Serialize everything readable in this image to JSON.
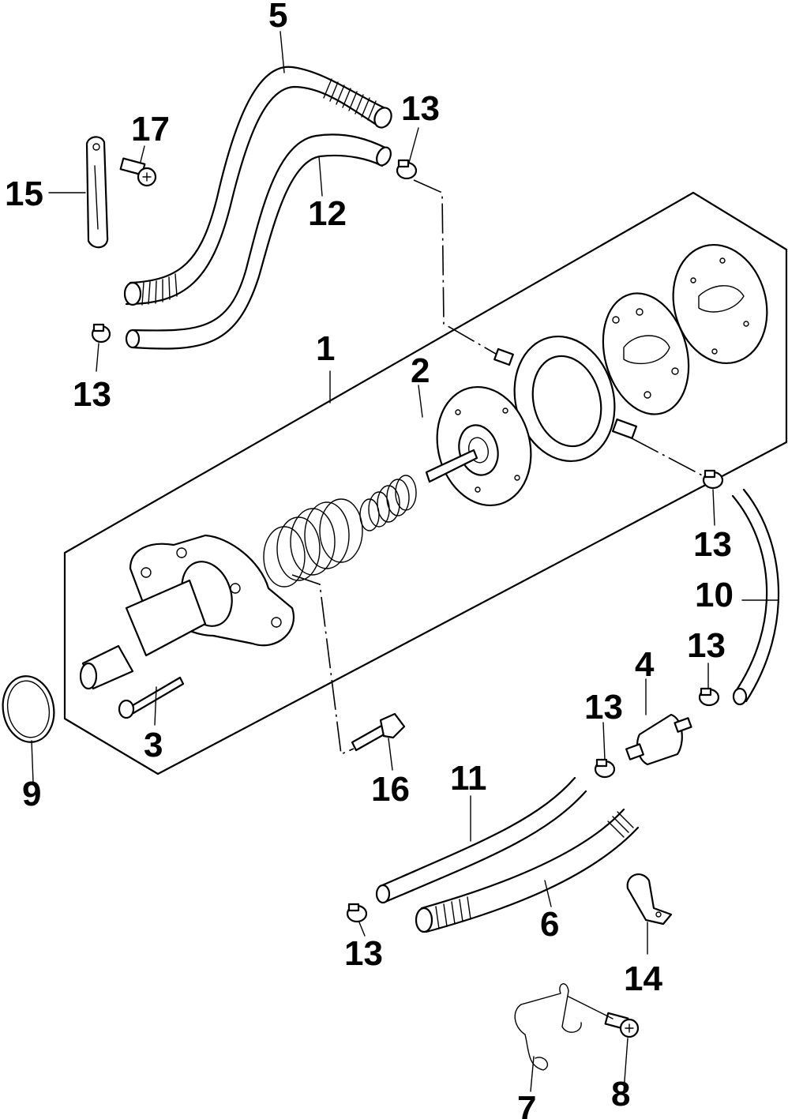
{
  "callouts": {
    "c1": "1",
    "c2": "2",
    "c3": "3",
    "c4": "4",
    "c5": "5",
    "c6": "6",
    "c7": "7",
    "c8": "8",
    "c9": "9",
    "c10": "10",
    "c11": "11",
    "c12": "12",
    "c13a": "13",
    "c13b": "13",
    "c13c": "13",
    "c13d": "13",
    "c13e": "13",
    "c13f": "13",
    "c14": "14",
    "c15": "15",
    "c16": "16",
    "c17": "17"
  }
}
